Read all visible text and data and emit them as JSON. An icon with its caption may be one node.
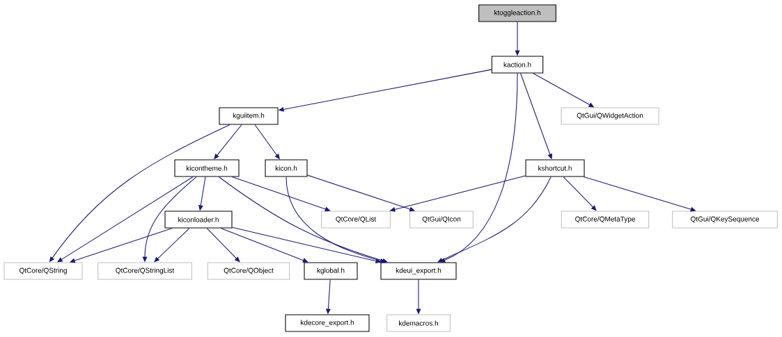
{
  "diagram": {
    "nodes": [
      {
        "text": [
          "ktoggleaction.h"
        ]
      },
      {
        "text": [
          "kaction.h"
        ]
      },
      {
        "text": [
          "kguiitem.h"
        ]
      },
      {
        "text": [
          "QtGui/QWidgetAction"
        ]
      },
      {
        "text": [
          "kicontheme.h"
        ]
      },
      {
        "text": [
          "kicon.h"
        ]
      },
      {
        "text": [
          "kshortcut.h"
        ]
      },
      {
        "text": [
          "QtCore/QList"
        ]
      },
      {
        "text": [
          "QtGui/QIcon"
        ]
      },
      {
        "text": [
          "QtCore/QMetaType"
        ]
      },
      {
        "text": [
          "QtGui/QKeySequence"
        ]
      },
      {
        "text": [
          "kiconloader.h"
        ]
      },
      {
        "text": [
          "QtCore/QString"
        ]
      },
      {
        "text": [
          "QtCore/QStringList"
        ]
      },
      {
        "text": [
          "QtCore/QObject"
        ]
      },
      {
        "text": [
          "kglobal.h"
        ]
      },
      {
        "text": [
          "kdeui_export.h"
        ]
      },
      {
        "text": [
          "kdecore_export.h"
        ]
      },
      {
        "text": [
          "kdemacros.h"
        ]
      }
    ],
    "edges": [
      {
        "from": 0,
        "to": 1,
        "arrow": "to"
      },
      {
        "from": 1,
        "to": 2,
        "arrow": "to"
      },
      {
        "from": 1,
        "to": 3,
        "arrow": "to"
      },
      {
        "from": 1,
        "to": 6,
        "arrow": "to"
      },
      {
        "from": 1,
        "to": 16,
        "arrow": "to"
      },
      {
        "from": 2,
        "to": 12,
        "arrow": "to"
      },
      {
        "from": 2,
        "to": 4,
        "arrow": "to"
      },
      {
        "from": 2,
        "to": 5,
        "arrow": "to"
      },
      {
        "from": 4,
        "to": 12,
        "arrow": "to"
      },
      {
        "from": 4,
        "to": 13,
        "arrow": "to"
      },
      {
        "from": 4,
        "to": 11,
        "arrow": "to"
      },
      {
        "from": 4,
        "to": 7,
        "arrow": "to"
      },
      {
        "from": 4,
        "to": 16,
        "arrow": "to"
      },
      {
        "from": 5,
        "to": 16,
        "arrow": "to"
      },
      {
        "from": 5,
        "to": 8,
        "arrow": "to"
      },
      {
        "from": 6,
        "to": 7,
        "arrow": "to"
      },
      {
        "from": 6,
        "to": 9,
        "arrow": "to"
      },
      {
        "from": 6,
        "to": 10,
        "arrow": "to"
      },
      {
        "from": 6,
        "to": 16,
        "arrow": "to"
      },
      {
        "from": 11,
        "to": 12,
        "arrow": "to"
      },
      {
        "from": 11,
        "to": 13,
        "arrow": "to"
      },
      {
        "from": 11,
        "to": 14,
        "arrow": "to"
      },
      {
        "from": 11,
        "to": 15,
        "arrow": "to"
      },
      {
        "from": 11,
        "to": 16,
        "arrow": "to"
      },
      {
        "from": 15,
        "to": 17,
        "arrow": "to"
      },
      {
        "from": 16,
        "to": 18,
        "arrow": "to"
      }
    ]
  }
}
